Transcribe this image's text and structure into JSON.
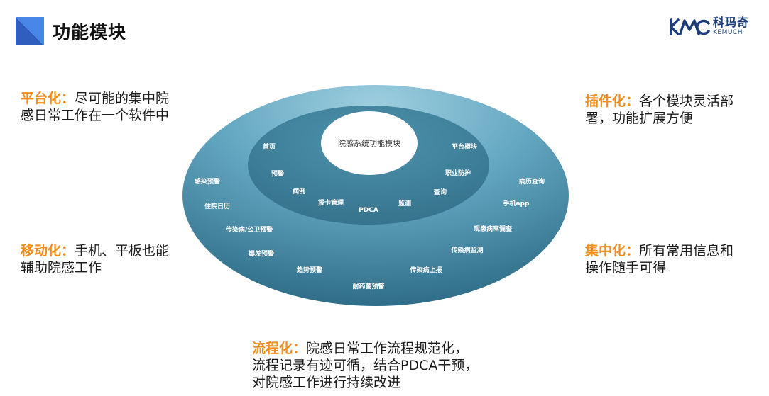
{
  "header": {
    "title": "功能模块",
    "brand_name": "科玛奇",
    "brand_en": "KEMUCH",
    "title_mark_color": "#2e5fbf",
    "brand_color": "#1c3d7a"
  },
  "features": {
    "platform": {
      "keyword": "平台化：",
      "text": "尽可能的集中院感日常工作在一个软件中"
    },
    "plugin": {
      "keyword": "插件化：",
      "text": "各个模块灵活部署，功能扩展方便"
    },
    "mobile": {
      "keyword": "移动化：",
      "text": "手机、平板也能辅助院感工作"
    },
    "central": {
      "keyword": "集中化：",
      "text": "所有常用信息和操作随手可得"
    },
    "process": {
      "keyword": "流程化：",
      "text_line1": "院感日常工作流程规范化，",
      "text_line2": "流程记录有迹可循，结合PDCA干预，",
      "text_line3": "对院感工作进行持续改进"
    }
  },
  "diagram": {
    "center": "院感系统功能模块",
    "inner_modules": [
      "首页",
      "平台模块",
      "预警",
      "职业防护",
      "病例",
      "查询",
      "报卡管理",
      "PDCA",
      "监测"
    ],
    "outer_modules": [
      "感染预警",
      "病历查询",
      "住院日历",
      "手机app",
      "传染病/公卫预警",
      "现患病率调查",
      "爆发预警",
      "传染病监测",
      "趋势预警",
      "传染病上报",
      "耐药菌预警"
    ],
    "colors": {
      "keyword": "#f28c1a",
      "outer_edge": "#3a7891",
      "outer_light": "#8dc2d6",
      "inner_ring": "#3f7f97"
    }
  }
}
